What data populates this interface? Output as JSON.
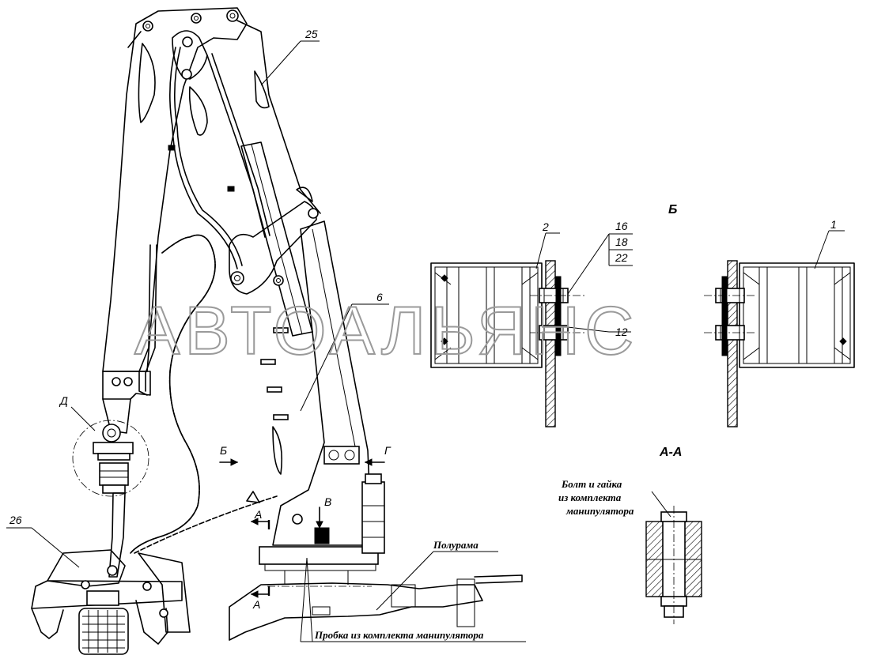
{
  "labels": {
    "part_25": "25",
    "part_6": "6",
    "part_26": "26",
    "part_2": "2",
    "part_1": "1",
    "part_16": "16",
    "part_18": "18",
    "part_22": "22",
    "part_12": "12",
    "view_b_title": "Б",
    "section_aa_title": "А-А",
    "detail_d": "Д",
    "arrow_b": "Б",
    "arrow_g": "Г",
    "arrow_v": "В",
    "cut_a_top": "А",
    "cut_a_bottom": "А"
  },
  "notes": {
    "subframe": "Полурама",
    "plug": "Пробка из комплекта манипулятора",
    "bolt_line1": "Болт и гайка",
    "bolt_line2": "из комплекта",
    "bolt_line3": "манипулятора"
  },
  "watermark": "АВТОАЛЬЯНС",
  "colors": {
    "line": "#000000",
    "background": "#ffffff",
    "watermark": "#9a9a9a"
  }
}
